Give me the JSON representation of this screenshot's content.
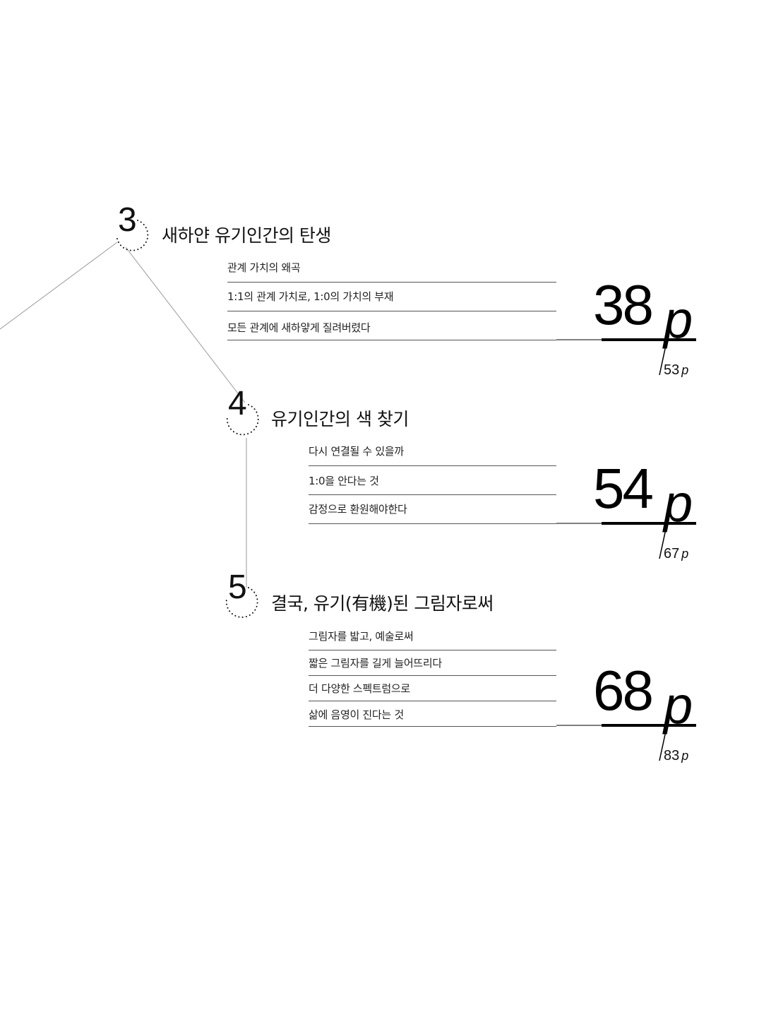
{
  "chapters": [
    {
      "number": "3",
      "title": "새하얀 유기인간의 탄생",
      "items": [
        "관계 가치의 왜곡",
        "1:1의 관계 가치로, 1:0의 가치의 부재",
        "모든 관계에 새하얗게 질려버렸다"
      ],
      "start_page": "38",
      "page_suffix": "p",
      "end_page": "53",
      "end_suffix": "p"
    },
    {
      "number": "4",
      "title": "유기인간의 색 찾기",
      "items": [
        "다시 연결될 수 있을까",
        "1:0을 안다는 것",
        "감정으로 환원해야한다"
      ],
      "start_page": "54",
      "page_suffix": "p",
      "end_page": "67",
      "end_suffix": "p"
    },
    {
      "number": "5",
      "title": "결국, 유기(有機)된 그림자로써",
      "items": [
        "그림자를 밟고, 예술로써",
        "짧은 그림자를 길게 늘어뜨리다",
        "더 다양한 스펙트럼으로",
        "삶에 음영이 진다는 것"
      ],
      "start_page": "68",
      "page_suffix": "p",
      "end_page": "83",
      "end_suffix": "p"
    }
  ],
  "colors": {
    "text": "#111111",
    "rule": "#555555",
    "connector": "#aaaaaa",
    "background": "#ffffff"
  }
}
